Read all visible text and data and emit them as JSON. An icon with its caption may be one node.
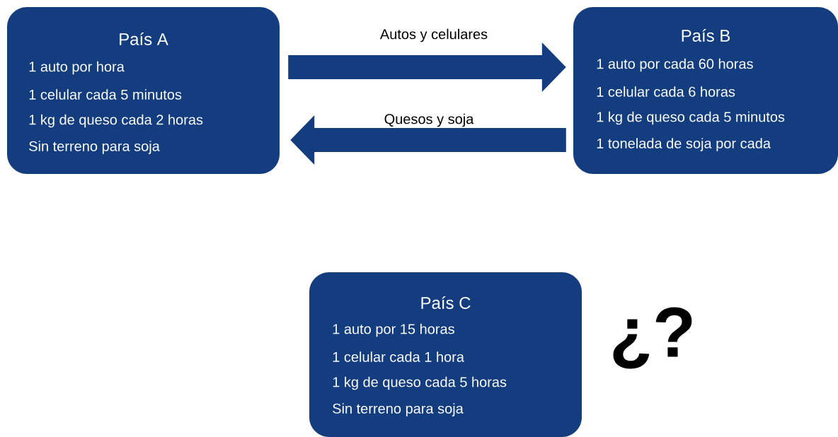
{
  "diagram": {
    "nodes": [
      {
        "text": [
          "País A",
          "1 auto por hora",
          "1 celular cada 5 minutos",
          "1 kg de queso cada 2 horas",
          "Sin terreno para soja"
        ]
      },
      {
        "text": [
          "País B",
          "1 auto por cada 60 horas",
          "1 celular cada 6 horas",
          "1 kg de queso cada 5 minutos",
          "1 tonelada de soja por cada"
        ]
      },
      {
        "text": [
          "País C",
          "1 auto por 15 horas",
          "1 celular cada 1 hora",
          "1 kg de queso cada 5 horas",
          "Sin terreno para soja"
        ]
      }
    ],
    "edges": [
      {
        "from": 0,
        "to": 1,
        "arrow": "to",
        "label": "Autos y celulares"
      },
      {
        "from": 1,
        "to": 0,
        "arrow": "to",
        "label": "Quesos y soja"
      }
    ],
    "labels": [
      "¿?"
    ]
  }
}
